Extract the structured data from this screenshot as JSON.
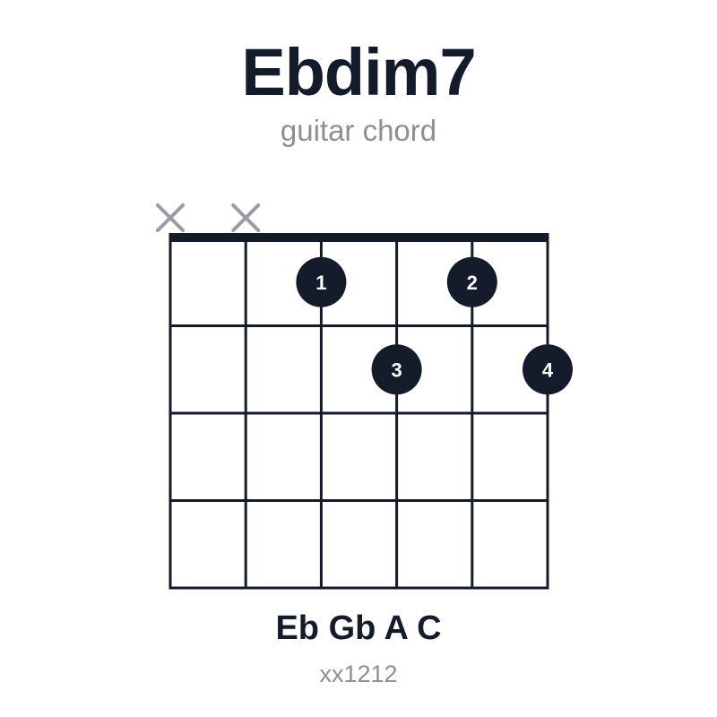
{
  "chord": {
    "name": "Ebdim7",
    "subtitle": "guitar chord",
    "notes": "Eb Gb A C",
    "fingering": "xx1212"
  },
  "diagram": {
    "strings": 6,
    "frets": 4,
    "muted_strings": [
      1,
      2
    ],
    "dots": [
      {
        "string": 3,
        "fret": 1,
        "finger": "1"
      },
      {
        "string": 5,
        "fret": 1,
        "finger": "2"
      },
      {
        "string": 4,
        "fret": 2,
        "finger": "3"
      },
      {
        "string": 6,
        "fret": 2,
        "finger": "4"
      }
    ]
  },
  "colors": {
    "ink": "#141b2b",
    "muted": "#9a9ca1"
  }
}
